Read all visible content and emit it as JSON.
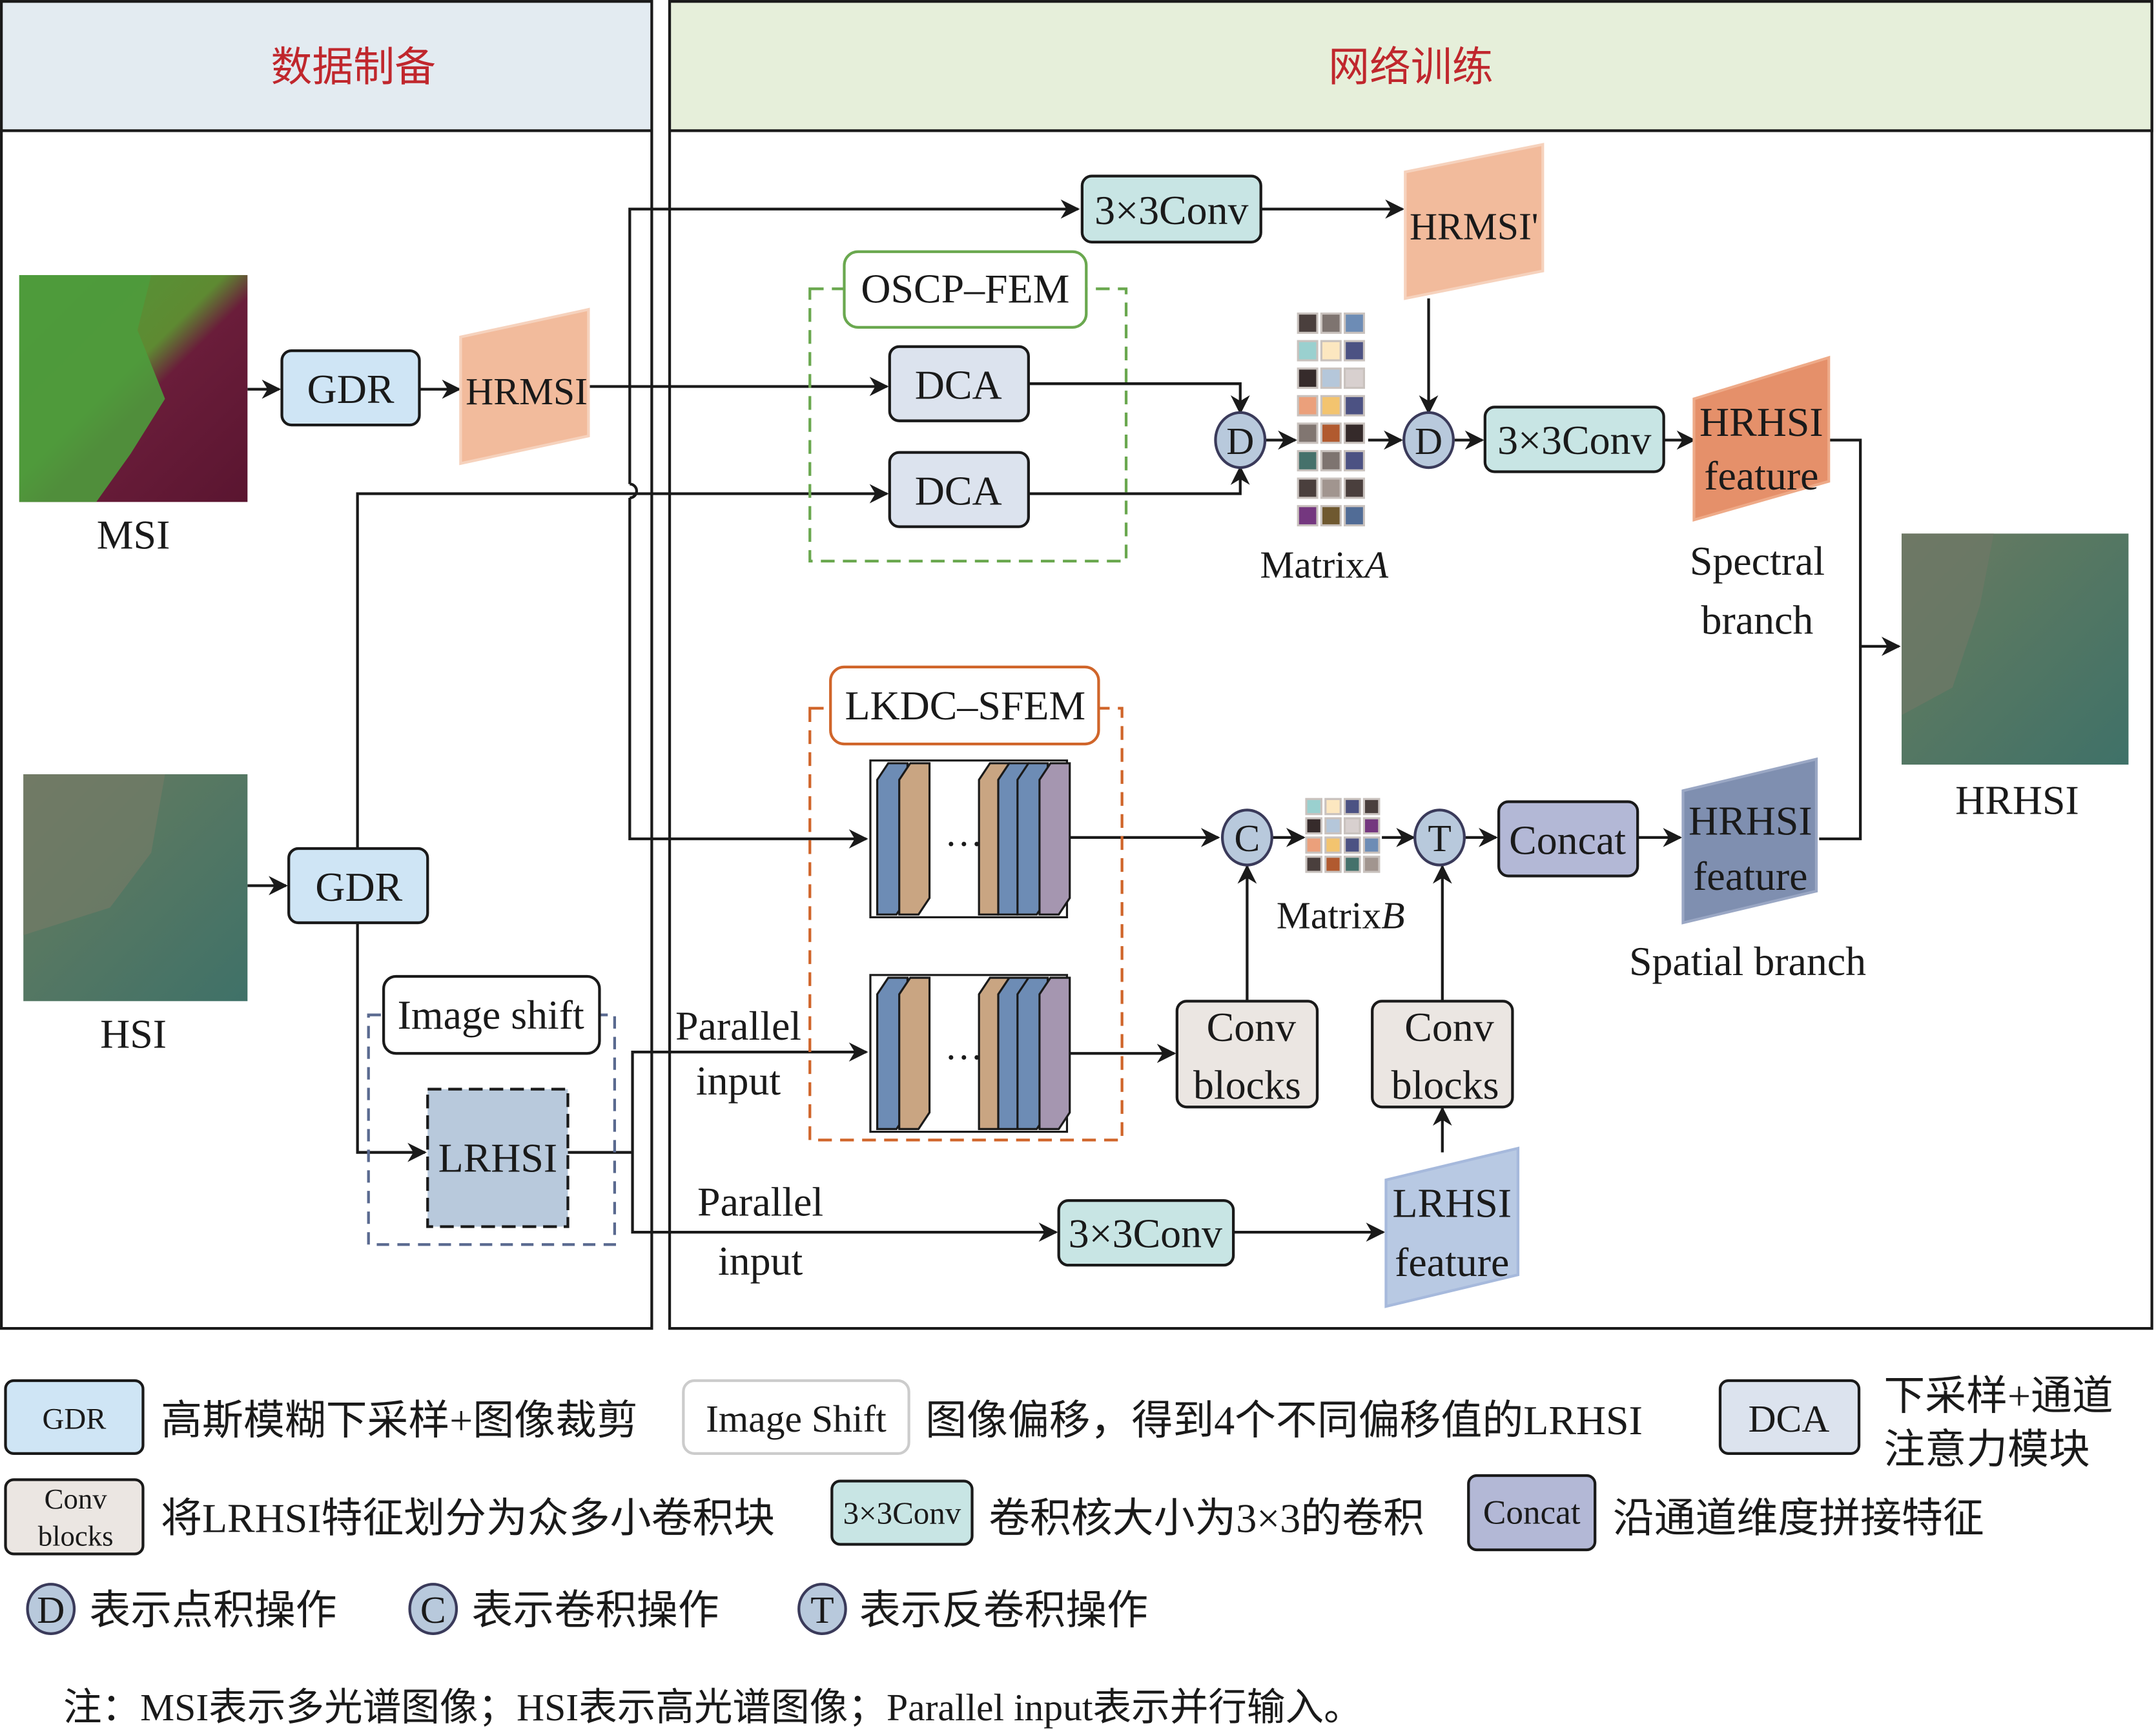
{
  "panels": {
    "left_title": "数据制备",
    "right_title": "网络训练"
  },
  "colors": {
    "title_red": "#c0272d",
    "left_header_bg": "#e3ebf1",
    "right_header_bg": "#e6efda",
    "gdr": "#cfe5f5",
    "conv3x3": "#c8e5e4",
    "dca": "#dce3ee",
    "concat": "#b3b8d6",
    "conv_blocks": "#ebe6e2",
    "hrmsi": "#f2bb9c",
    "hrhsi_spectral": "#e5906a",
    "hrhsi_spatial": "#7f8fb0",
    "lrhsi": "#b8c9e3",
    "oscp_border": "#6aa84f",
    "lkdc_border": "#d0652a"
  },
  "left": {
    "msi_label": "MSI",
    "hsi_label": "HSI",
    "gdr_top": "GDR",
    "gdr_bottom": "GDR",
    "hrmsi": "HRMSI",
    "image_shift": "Image shift",
    "lrhsi": "LRHSI"
  },
  "right": {
    "conv_top": "3×3Conv",
    "hrmsi_prime": "HRMSI'",
    "oscp_fem": "OSCP–FEM",
    "dca1": "DCA",
    "dca2": "DCA",
    "op_d1": "D",
    "op_d2": "D",
    "matrix_a": "Matrix",
    "matrix_a_var": "A",
    "conv_mid": "3×3Conv",
    "hrhsi_feature_spectral": [
      "HRHSI",
      "feature"
    ],
    "spectral_branch": [
      "Spectral",
      "branch"
    ],
    "hrhsi_label": "HRHSI",
    "lkdc_sfem": "LKDC–SFEM",
    "op_c": "C",
    "op_t": "T",
    "matrix_b": "Matrix",
    "matrix_b_var": "B",
    "concat": "Concat",
    "hrhsi_feature_spatial": [
      "HRHSI",
      "feature"
    ],
    "spatial_branch": "Spatial branch",
    "conv_blocks_1": [
      "Conv",
      "blocks"
    ],
    "conv_blocks_2": [
      "Conv",
      "blocks"
    ],
    "parallel_input_1": [
      "Parallel",
      "input"
    ],
    "parallel_input_2": [
      "Parallel",
      "input"
    ],
    "conv_bottom": "3×3Conv",
    "lrhsi_feature": [
      "LRHSI",
      "feature"
    ],
    "ellipsis": "…"
  },
  "legend": {
    "gdr": {
      "key": "GDR",
      "desc": "高斯模糊下采样+图像裁剪"
    },
    "image_shift": {
      "key": "Image Shift",
      "desc": "图像偏移，得到4个不同偏移值的LRHSI"
    },
    "dca": {
      "key": "DCA",
      "desc": [
        "下采样+通道",
        "注意力模块"
      ]
    },
    "conv_blocks": {
      "key": [
        "Conv",
        "blocks"
      ],
      "desc": "将LRHSI特征划分为众多小卷积块"
    },
    "conv3x3": {
      "key": "3×3Conv",
      "desc": "卷积核大小为3×3的卷积"
    },
    "concat": {
      "key": "Concat",
      "desc": "沿通道维度拼接特征"
    },
    "op_d": {
      "key": "D",
      "desc": "表示点积操作"
    },
    "op_c": {
      "key": "C",
      "desc": "表示卷积操作"
    },
    "op_t": {
      "key": "T",
      "desc": "表示反卷积操作"
    }
  },
  "note": "注：MSI表示多光谱图像；HSI表示高光谱图像；Parallel input表示并行输入。"
}
